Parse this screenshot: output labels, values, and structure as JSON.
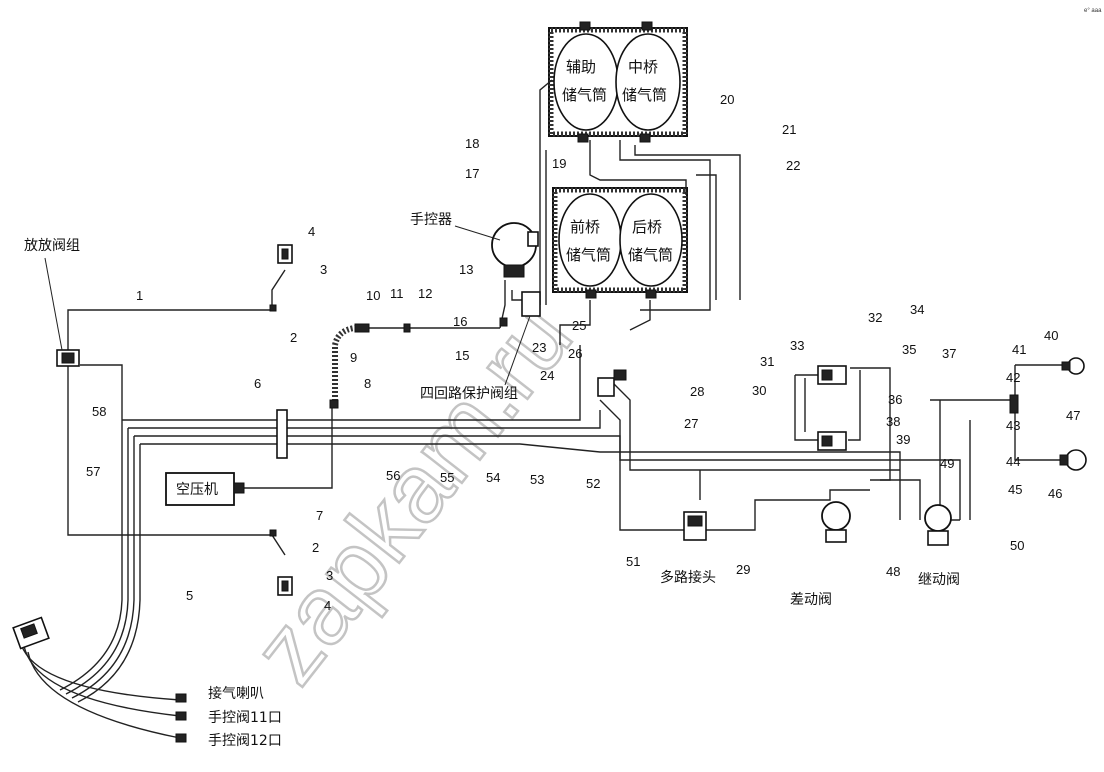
{
  "labels": {
    "hand_brake_valve": "手控器",
    "fan_valve": "放放阀组",
    "compressor": "空压机",
    "four_circuit_valve": "四回路保护阀组",
    "multi_joint": "多路接头",
    "diff_valve": "差动阀",
    "relay_valve": "继动阀",
    "horn": "接气喇叭",
    "manual_valve_11": "手控阀11口",
    "manual_valve_12": "手控阀12口"
  },
  "tanks": {
    "aux_line1": "辅助",
    "aux_line2": "储气筒",
    "mid_line1": "中桥",
    "mid_line2": "储气筒",
    "front_line1": "前桥",
    "front_line2": "储气筒",
    "rear_line1": "后桥",
    "rear_line2": "储气筒"
  },
  "callouts": [
    "1",
    "2",
    "3",
    "4",
    "5",
    "6",
    "7",
    "8",
    "9",
    "10",
    "11",
    "12",
    "13",
    "15",
    "16",
    "17",
    "18",
    "19",
    "20",
    "21",
    "22",
    "23",
    "24",
    "25",
    "26",
    "27",
    "28",
    "29",
    "30",
    "31",
    "32",
    "33",
    "34",
    "35",
    "36",
    "37",
    "38",
    "39",
    "40",
    "41",
    "42",
    "43",
    "44",
    "45",
    "46",
    "47",
    "48",
    "49",
    "50",
    "51",
    "52",
    "53",
    "54",
    "55",
    "56",
    "57",
    "58"
  ],
  "callouts_lower": [
    "2",
    "3",
    "4"
  ],
  "watermark": "zapkam.ru",
  "corner_mark": "e° aaa"
}
